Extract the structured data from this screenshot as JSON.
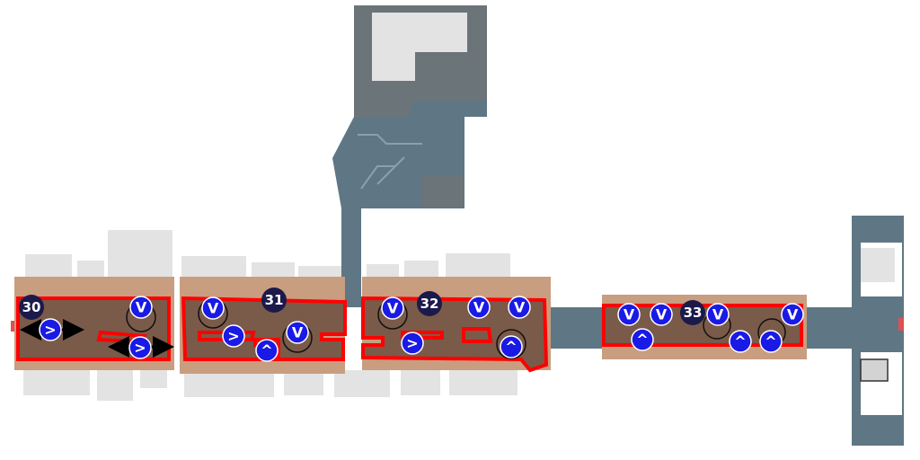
{
  "colors": {
    "corridor": "#5f7684",
    "building": "#6b7479",
    "light_block": "#e3e3e3",
    "shelf": "#c99d7f",
    "zone_fill": "#7a5a49",
    "zone_outline": "#ff0000",
    "zone_label_bg": "#1b1a4a",
    "marker": "#1a1ae6",
    "door": "#e05050"
  },
  "zones": [
    {
      "label": "30",
      "markers": [
        ">",
        ">",
        "V"
      ]
    },
    {
      "label": "31",
      "markers": [
        "V",
        ">",
        "V",
        "^"
      ]
    },
    {
      "label": "32",
      "markers": [
        "V",
        "V",
        "V",
        ">",
        "^"
      ]
    },
    {
      "label": "33",
      "markers": [
        "V",
        "V",
        "V",
        "V",
        "^",
        "^",
        "^"
      ]
    }
  ]
}
